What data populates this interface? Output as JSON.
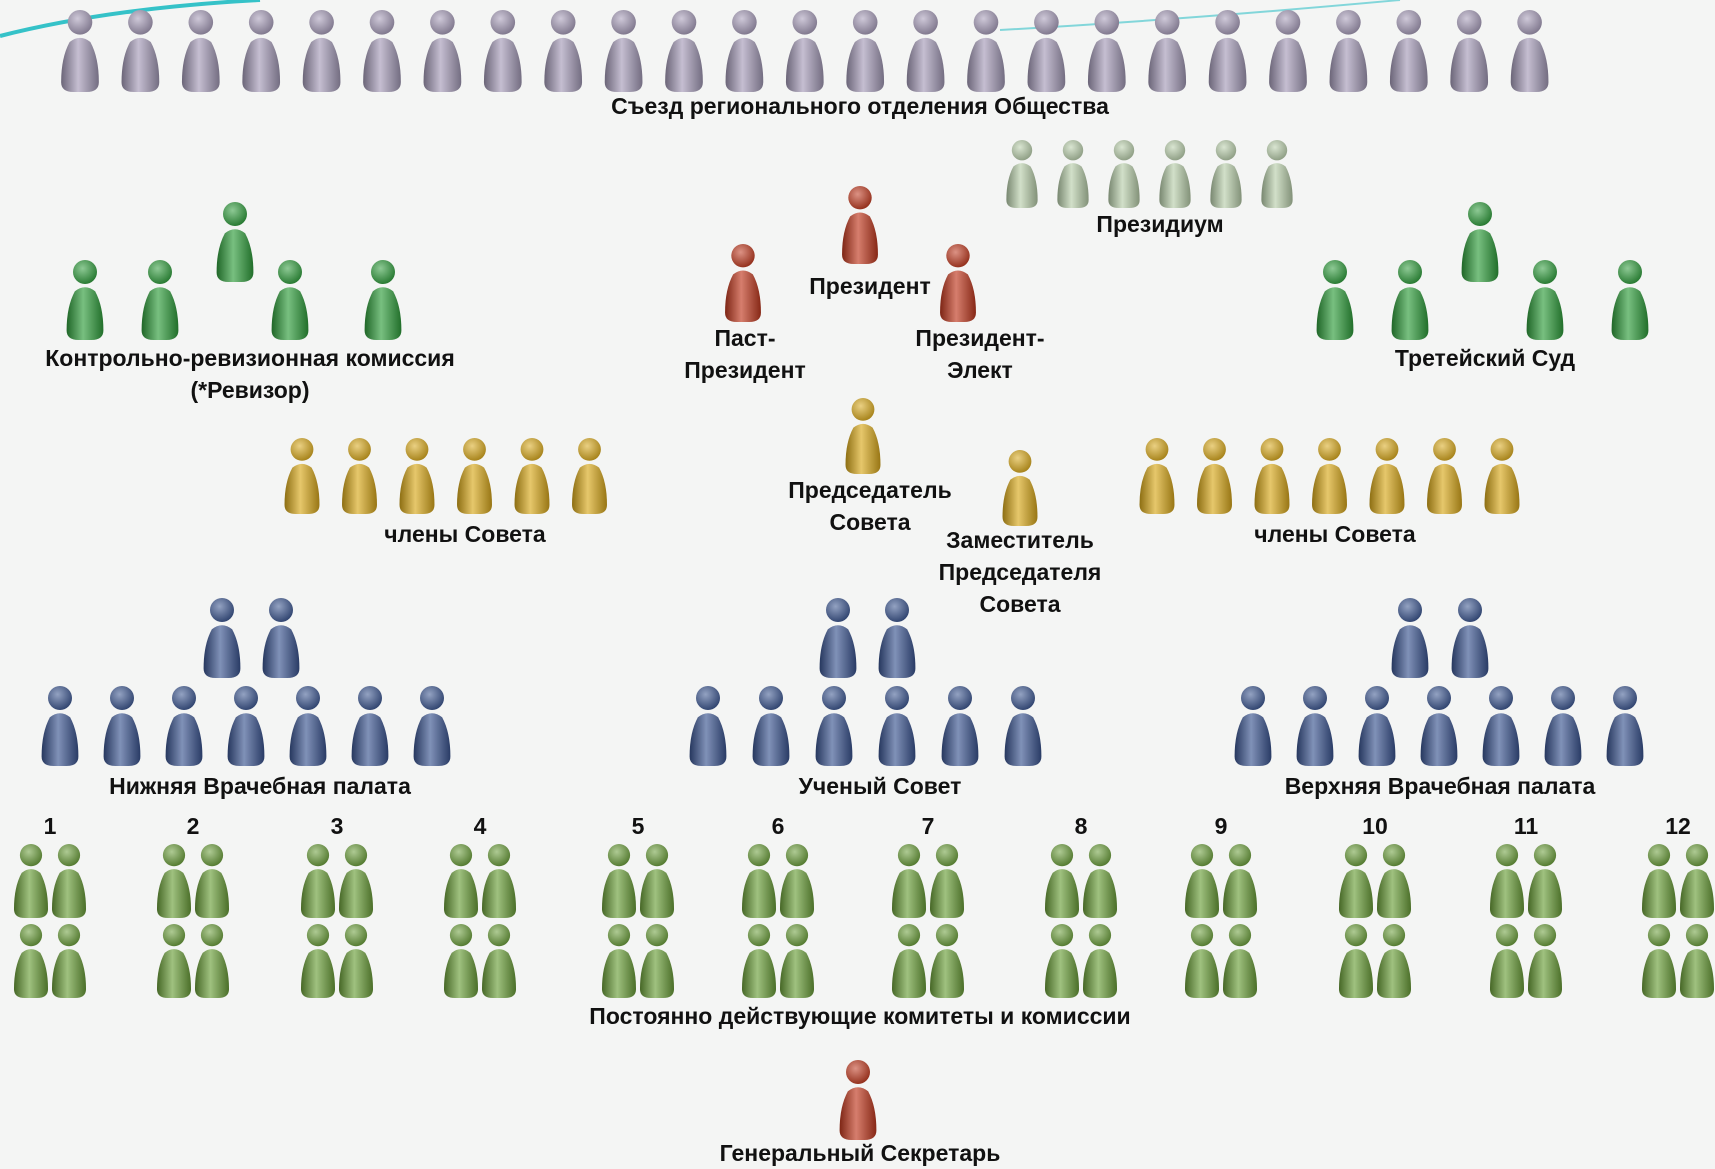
{
  "colors": {
    "background": "#f4f5f4",
    "congress": "#a59bb8",
    "presidium": "#b9cfac",
    "president": "#c0391f",
    "audit": "#2f9d3c",
    "council": "#d9a91c",
    "chamber": "#3b5590",
    "committee": "#6b9f3a",
    "accent": "#35c2c8"
  },
  "labels": {
    "congress": "Съезд регионального отделения Общества",
    "presidium": "Президиум",
    "president": "Президент",
    "past_president": "Паст-\nПрезидент",
    "president_elect": "Президент-\nЭлект",
    "audit": "Контрольно-ревизионная комиссия\n(*Ревизор)",
    "arbitration": "Третейский Суд",
    "council_chair": "Председатель\nСовета",
    "council_deputy": "Заместитель\nПредседателя\nСовета",
    "council_members_left": "члены Совета",
    "council_members_right": "члены Совета",
    "lower_chamber": "Нижняя Врачебная палата",
    "academic_council": "Ученый Совет",
    "upper_chamber": "Верхняя Врачебная палата",
    "committees": "Постоянно действующие комитеты и комиссии",
    "general_secretary": "Генеральный Секретарь"
  },
  "committee_numbers": [
    "1",
    "2",
    "3",
    "4",
    "5",
    "6",
    "7",
    "8",
    "9",
    "10",
    "11",
    "12"
  ],
  "icons": [
    "person-icon"
  ]
}
